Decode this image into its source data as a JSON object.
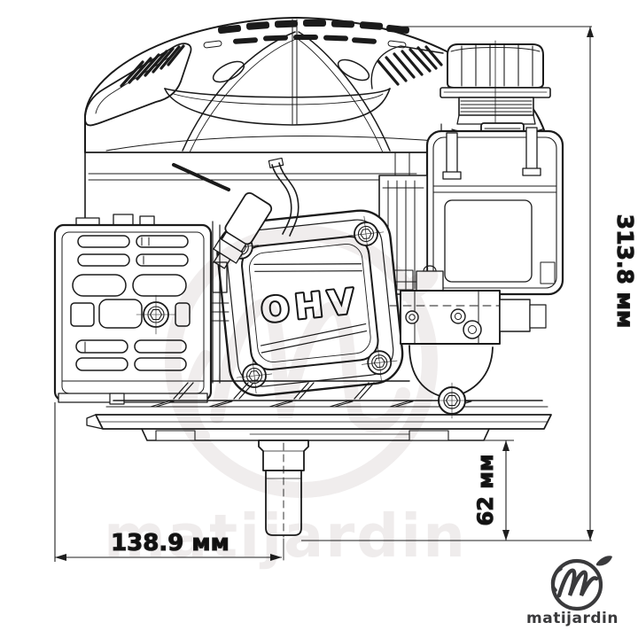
{
  "page": {
    "background_color": "#ffffff"
  },
  "diagram": {
    "subject": "vertical-shaft engine technical line drawing",
    "engine_badge": "OHV",
    "line_color": "#1b1b1b",
    "dimensions": {
      "overall_height": {
        "value": "313.8 мм",
        "orientation": "vertical-right"
      },
      "shaft_length": {
        "value": "62 мм",
        "orientation": "vertical-bottom-right"
      },
      "crankshaft_offset": {
        "value": "138.9 мм",
        "orientation": "horizontal-bottom-left"
      }
    }
  },
  "watermark": {
    "text": "matijardin",
    "color": "#efeded"
  },
  "branding": {
    "wordmark": "matijardin",
    "monogram_icon": "stylized-M-leaf-circle",
    "color": "#3a3a3c"
  }
}
